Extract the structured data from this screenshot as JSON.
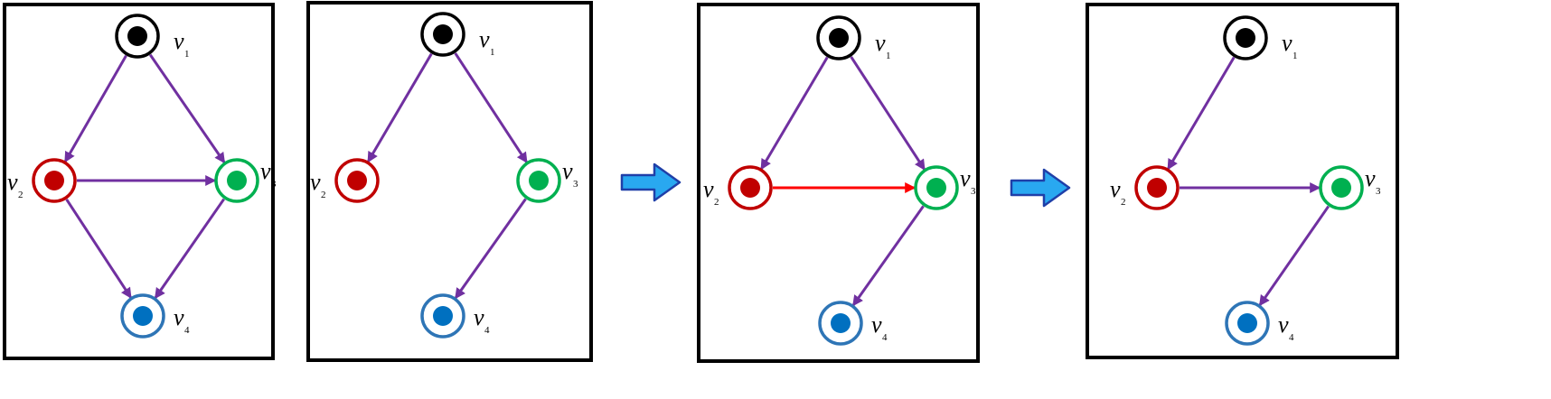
{
  "colors": {
    "frame": "#000000",
    "edge_default": "#7030A0",
    "edge_highlight": "#FF0000",
    "arrow_fill": "#29A8F0",
    "arrow_stroke": "#1F3FA8",
    "background": "#FFFFFF"
  },
  "nodes": [
    {
      "id": "v1",
      "letter": "v",
      "subscript": "1",
      "ring": "#000000",
      "fill": "#000000"
    },
    {
      "id": "v2",
      "letter": "v",
      "subscript": "2",
      "ring": "#C00000",
      "fill": "#C00000"
    },
    {
      "id": "v3",
      "letter": "v",
      "subscript": "3",
      "ring": "#00B050",
      "fill": "#00B050"
    },
    {
      "id": "v4",
      "letter": "v",
      "subscript": "4",
      "ring": "#2E75B6",
      "fill": "#0070C0"
    }
  ],
  "panels": [
    {
      "edges": [
        [
          "v1",
          "v2"
        ],
        [
          "v1",
          "v3"
        ],
        [
          "v2",
          "v3"
        ],
        [
          "v2",
          "v4"
        ],
        [
          "v3",
          "v4"
        ]
      ],
      "highlight": []
    },
    {
      "edges": [
        [
          "v1",
          "v2"
        ],
        [
          "v1",
          "v3"
        ],
        [
          "v3",
          "v4"
        ]
      ],
      "highlight": []
    },
    {
      "edges": [
        [
          "v1",
          "v2"
        ],
        [
          "v1",
          "v3"
        ],
        [
          "v2",
          "v3"
        ],
        [
          "v3",
          "v4"
        ]
      ],
      "highlight": [
        [
          "v2",
          "v3"
        ]
      ]
    },
    {
      "edges": [
        [
          "v1",
          "v2"
        ],
        [
          "v2",
          "v3"
        ],
        [
          "v3",
          "v4"
        ]
      ],
      "highlight": []
    }
  ],
  "transition_icon": "right-arrow-icon"
}
